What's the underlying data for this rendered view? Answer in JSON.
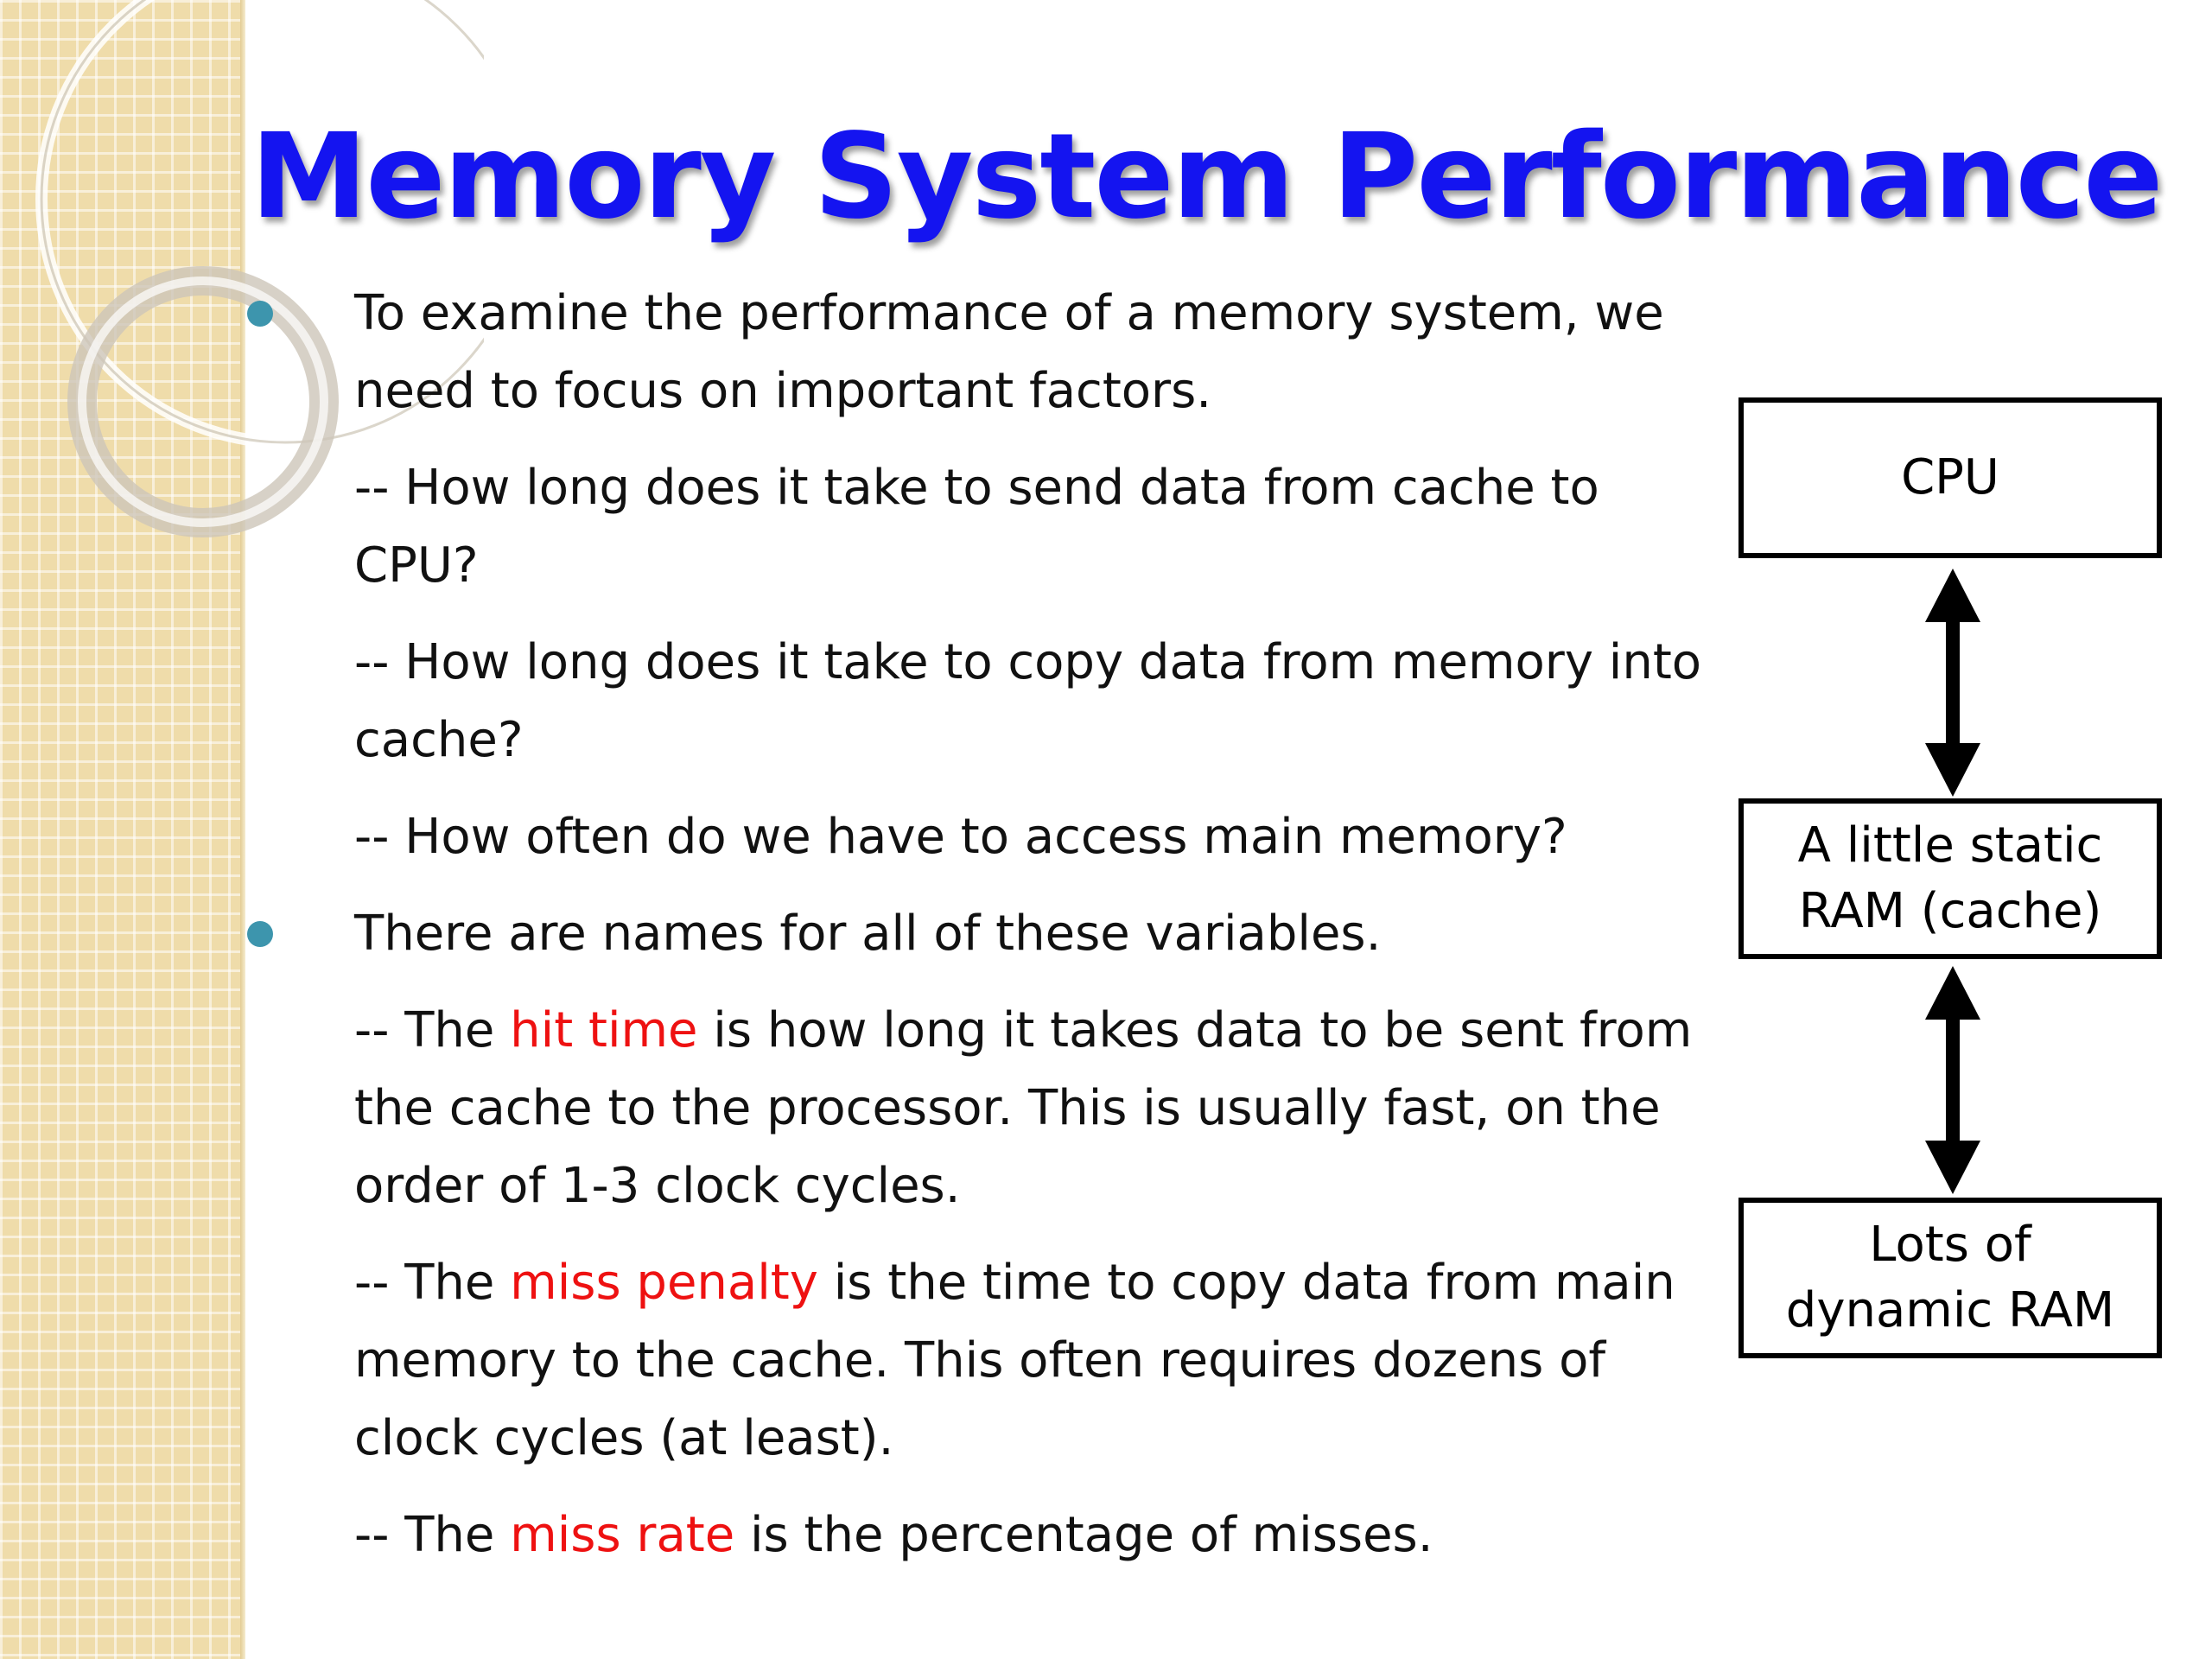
{
  "slide": {
    "title": "Memory System Performance",
    "colors": {
      "title": "#1414f0",
      "highlight": "#ee1111",
      "bullet": "#3d95ad",
      "side_strip": "#efdcaa"
    }
  },
  "content": {
    "bullet1": "To examine the performance of a memory system, we need to focus on important factors.",
    "q1": "-- How long does it take to send data from cache to CPU?",
    "q2": "-- How long does it take to copy data from memory into cache?",
    "q3": "-- How often do we have to access main memory?",
    "bullet2": "There are names for all of these variables.",
    "hit": {
      "prefix": "-- The ",
      "term": "hit time",
      "suffix": " is how long it takes data to be sent from the cache to the processor. This is usually fast, on the order of 1-3 clock cycles."
    },
    "penalty": {
      "prefix": "-- The ",
      "term": "miss penalty",
      "suffix": " is the time to copy data from main memory to the cache. This often requires dozens of clock cycles (at least)."
    },
    "rate": {
      "prefix": "-- The ",
      "term": "miss rate",
      "suffix": " is the percentage of misses."
    }
  },
  "diagram": {
    "cpu": "CPU",
    "cache": "A little static\nRAM (cache)",
    "dram": "Lots of\ndynamic RAM"
  }
}
